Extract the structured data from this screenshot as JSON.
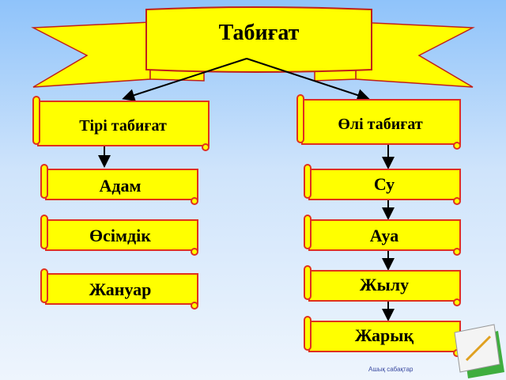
{
  "title": "Табиғат",
  "branches": [
    {
      "label": "Тірі табиғат",
      "items": [
        "Адам",
        "Өсімдік",
        "Жануар"
      ]
    },
    {
      "label": "Өлі табиғат",
      "items": [
        "Су",
        "Ауа",
        "Жылу",
        "Жарық"
      ]
    }
  ],
  "footer": "Ашық сабақтар",
  "colors": {
    "fill": "#ffff00",
    "border": "#e0301e",
    "arrow": "#000000"
  }
}
